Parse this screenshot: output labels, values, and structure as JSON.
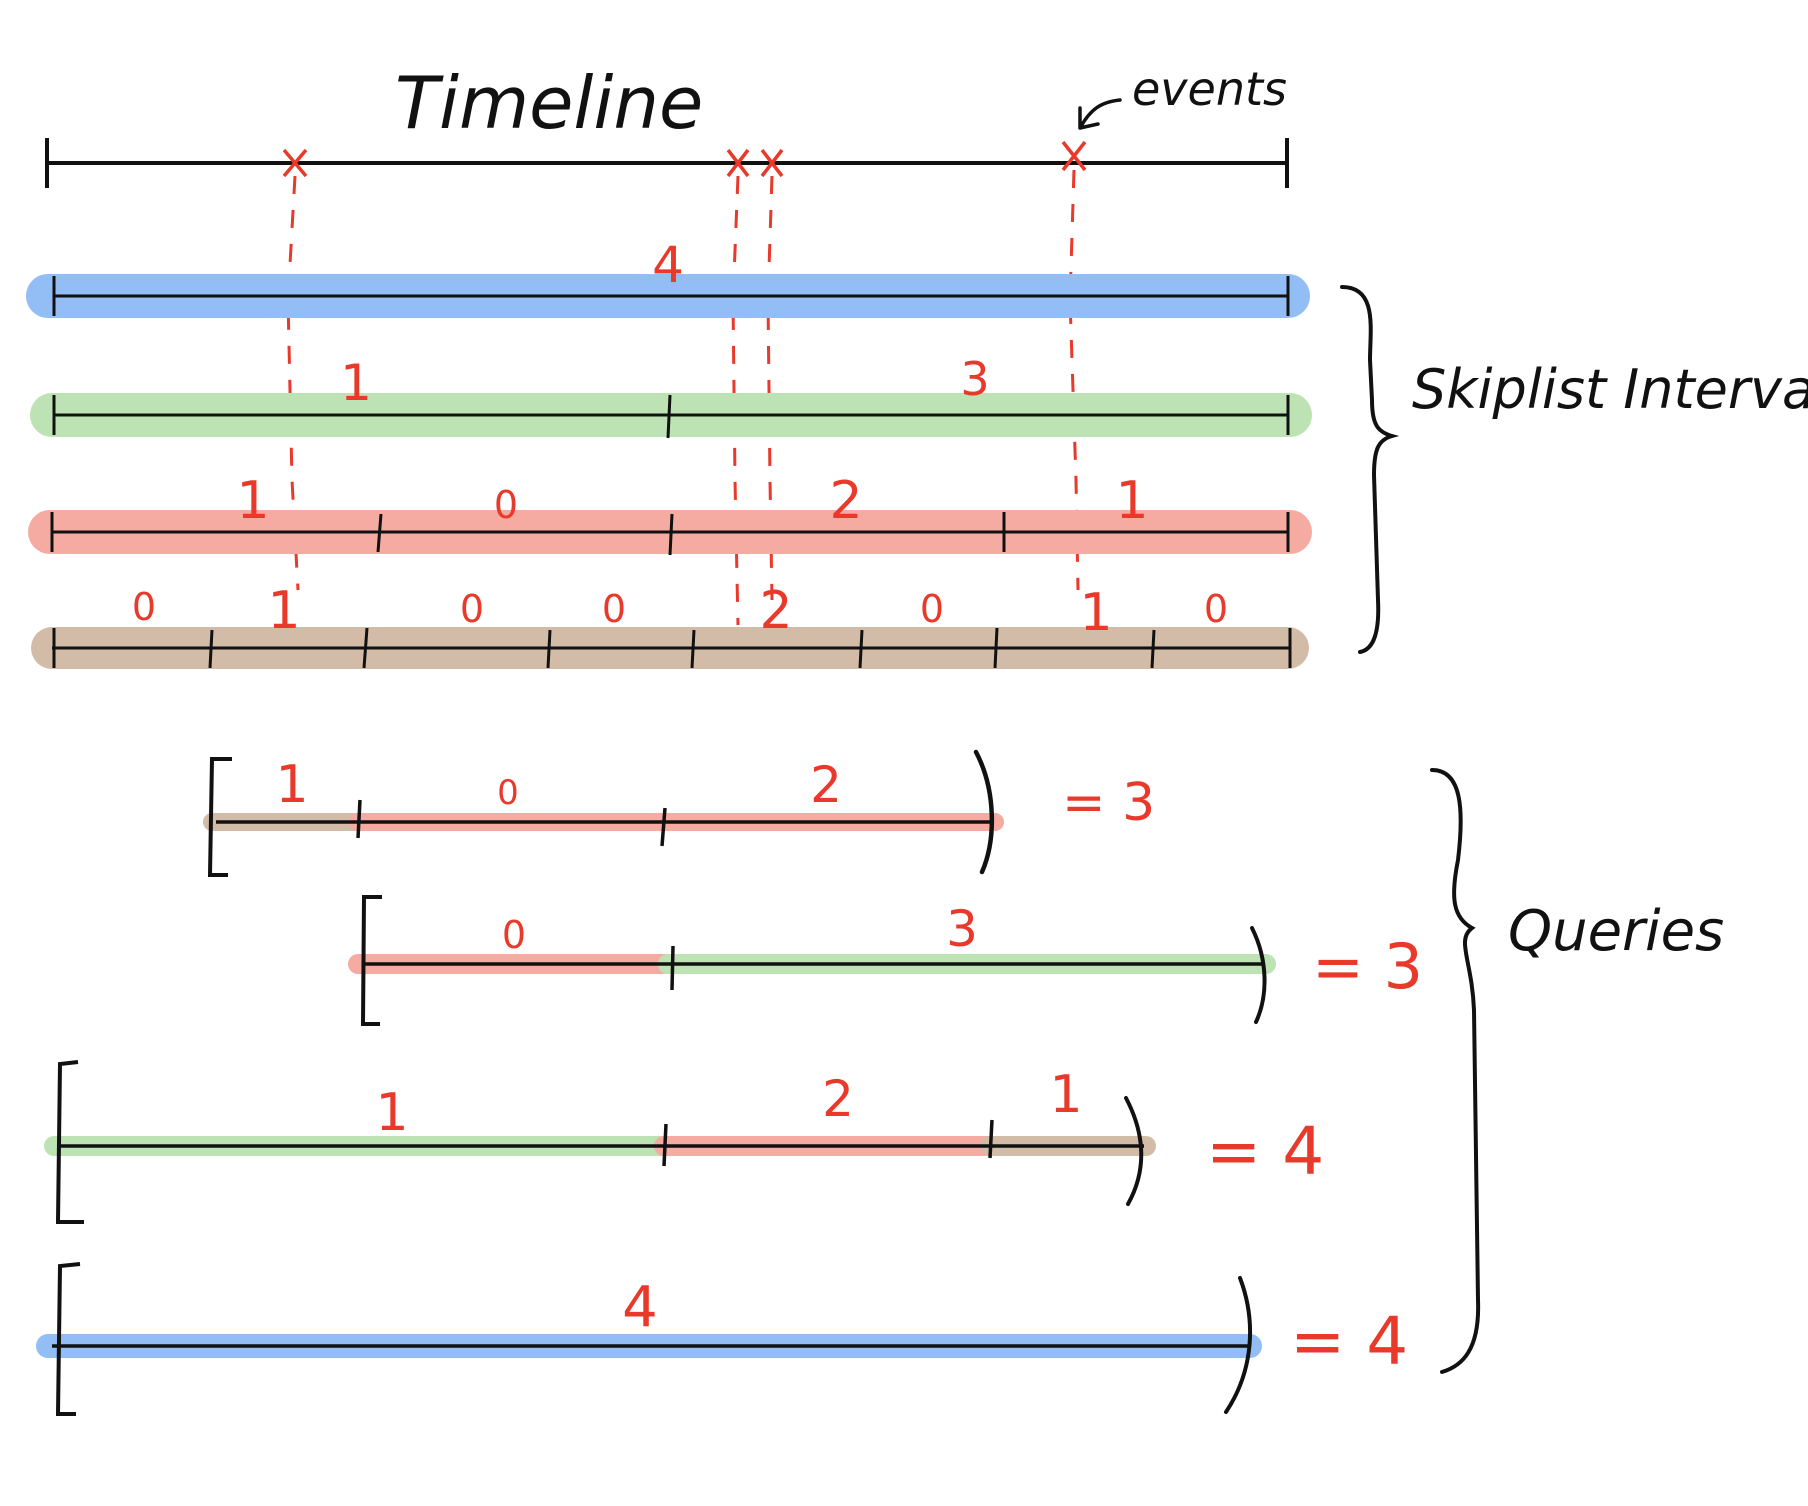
{
  "title": "Timeline",
  "events_label": "events",
  "skiplist_label": "Skiplist Intervals",
  "queries_label": "Queries",
  "colors": {
    "ink": "#111111",
    "event_red": "#e8392b",
    "level_blue": "#92bdf5",
    "level_green": "#bde2b4",
    "level_red": "#f5aba2",
    "level_tan": "#d2bca8"
  },
  "skiplist": [
    {
      "level": "blue",
      "counts": [
        "4"
      ]
    },
    {
      "level": "green",
      "counts": [
        "1",
        "3"
      ]
    },
    {
      "level": "red",
      "counts": [
        "1",
        "0",
        "2",
        "1"
      ]
    },
    {
      "level": "tan",
      "counts": [
        "0",
        "1",
        "0",
        "0",
        "2",
        "0",
        "1",
        "0"
      ]
    }
  ],
  "queries": [
    {
      "segments": [
        {
          "level": "tan",
          "count": "1"
        },
        {
          "level": "red",
          "count": "0"
        },
        {
          "level": "red",
          "count": "2"
        }
      ],
      "result": "= 3"
    },
    {
      "segments": [
        {
          "level": "red",
          "count": "0"
        },
        {
          "level": "green",
          "count": "3"
        }
      ],
      "result": "= 3"
    },
    {
      "segments": [
        {
          "level": "green",
          "count": "1"
        },
        {
          "level": "red",
          "count": "2"
        },
        {
          "level": "tan",
          "count": "1"
        }
      ],
      "result": "= 4"
    },
    {
      "segments": [
        {
          "level": "blue",
          "count": "4"
        }
      ],
      "result": "= 4"
    }
  ]
}
